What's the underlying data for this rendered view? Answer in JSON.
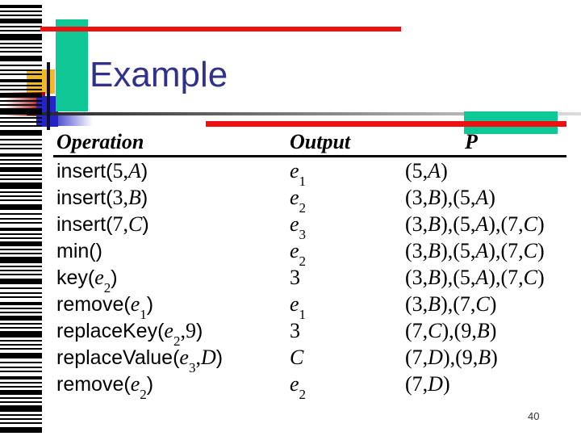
{
  "slide": {
    "title": "Example",
    "page_number": "40"
  },
  "table": {
    "headers": [
      {
        "label": "Operation"
      },
      {
        "label": "Output"
      },
      {
        "label": "P"
      }
    ],
    "rows": [
      {
        "operation": "insert(5,A)",
        "output": "e_1",
        "p": "(5,A)"
      },
      {
        "operation": "insert(3,B)",
        "output": "e_2",
        "p": "(3,B),(5,A)"
      },
      {
        "operation": "insert(7,C)",
        "output": "e_3",
        "p": "(3,B),(5,A),(7,C)"
      },
      {
        "operation": "min()",
        "output": "e_2",
        "p": "(3,B),(5,A),(7,C)"
      },
      {
        "operation": "key(e_2)",
        "output": "3",
        "p": "(3,B),(5,A),(7,C)"
      },
      {
        "operation": "remove(e_1)",
        "output": "e_1",
        "p": "(3,B),(7,C)"
      },
      {
        "operation": "replaceKey(e_2,9)",
        "output": "3",
        "p": "(7,C),(9,B)"
      },
      {
        "operation": "replaceValue(e_3,D)",
        "output": "C",
        "p": "(7,D),(9,B)"
      },
      {
        "operation": "remove(e_2)",
        "output": "e_2",
        "p": "(7,D)"
      }
    ]
  },
  "colors": {
    "title_navy": "#31318C",
    "accent_red": "#EE1111",
    "accent_teal": "#0FC896",
    "accent_yellow": "#F0B828",
    "accent_blue": "#2323C8",
    "rule_gradient_start": "#222222",
    "rule_gradient_end": "#DDDDDD",
    "text_black": "#000000"
  }
}
